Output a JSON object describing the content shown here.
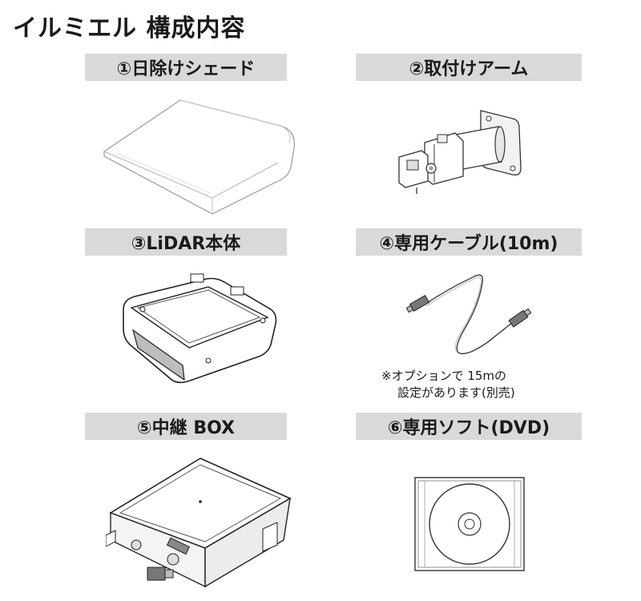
{
  "page": {
    "title": "イルミエル 構成内容"
  },
  "items": [
    {
      "label": "①日除けシェード"
    },
    {
      "label": "②取付けアーム"
    },
    {
      "label": "③LiDAR本体"
    },
    {
      "label": "④専用ケーブル(10m)"
    },
    {
      "label": "⑤中継 BOX"
    },
    {
      "label": "⑥専用ソフト(DVD)"
    }
  ],
  "note": {
    "line1": "※オプションで 15mの",
    "line2": "設定があります(別売)"
  }
}
